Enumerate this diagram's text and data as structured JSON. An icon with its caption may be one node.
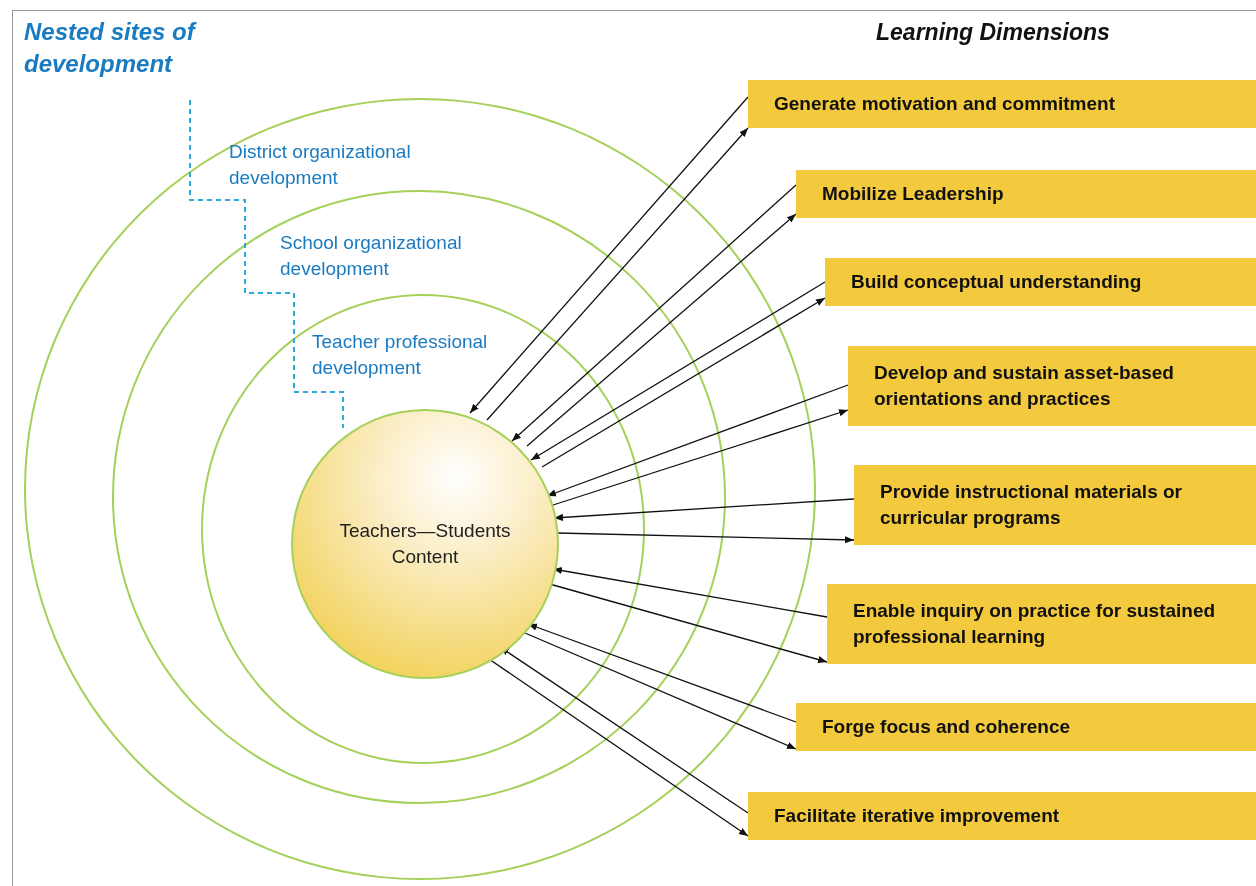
{
  "diagram": {
    "title": "Nested sites of development",
    "nodes": [
      {
        "text": [
          "District organizational development"
        ]
      },
      {
        "text": [
          "School organizational development"
        ],
        "in": 0
      },
      {
        "text": [
          "Teacher professional development"
        ],
        "in": 1
      },
      {
        "text": [
          "Teachers—Students Content"
        ],
        "in": 2
      },
      {
        "text": [
          "Generate motivation and commitment"
        ]
      },
      {
        "text": [
          "Mobilize Leadership"
        ]
      },
      {
        "text": [
          "Build conceptual understanding"
        ]
      },
      {
        "text": [
          "Develop and sustain asset-based orientations and practices"
        ]
      },
      {
        "text": [
          "Provide instructional materials or curricular programs"
        ]
      },
      {
        "text": [
          "Enable inquiry on practice for sustained professional learning"
        ]
      },
      {
        "text": [
          "Forge focus and coherence"
        ]
      },
      {
        "text": [
          "Facilitate iterative improvement"
        ]
      }
    ],
    "edges": [
      {
        "from": 4,
        "to": 3,
        "arrow": "to"
      },
      {
        "from": 3,
        "to": 4,
        "arrow": "to"
      },
      {
        "from": 5,
        "to": 3,
        "arrow": "to"
      },
      {
        "from": 3,
        "to": 5,
        "arrow": "to"
      },
      {
        "from": 6,
        "to": 3,
        "arrow": "to"
      },
      {
        "from": 3,
        "to": 6,
        "arrow": "to"
      },
      {
        "from": 7,
        "to": 3,
        "arrow": "to"
      },
      {
        "from": 3,
        "to": 7,
        "arrow": "to"
      },
      {
        "from": 8,
        "to": 3,
        "arrow": "to"
      },
      {
        "from": 3,
        "to": 8,
        "arrow": "to"
      },
      {
        "from": 9,
        "to": 3,
        "arrow": "to"
      },
      {
        "from": 3,
        "to": 9,
        "arrow": "to"
      },
      {
        "from": 10,
        "to": 3,
        "arrow": "to"
      },
      {
        "from": 3,
        "to": 10,
        "arrow": "to"
      },
      {
        "from": 11,
        "to": 3,
        "arrow": "to"
      },
      {
        "from": 3,
        "to": 11,
        "arrow": "to"
      }
    ],
    "labels": [
      "Learning Dimensions"
    ]
  }
}
